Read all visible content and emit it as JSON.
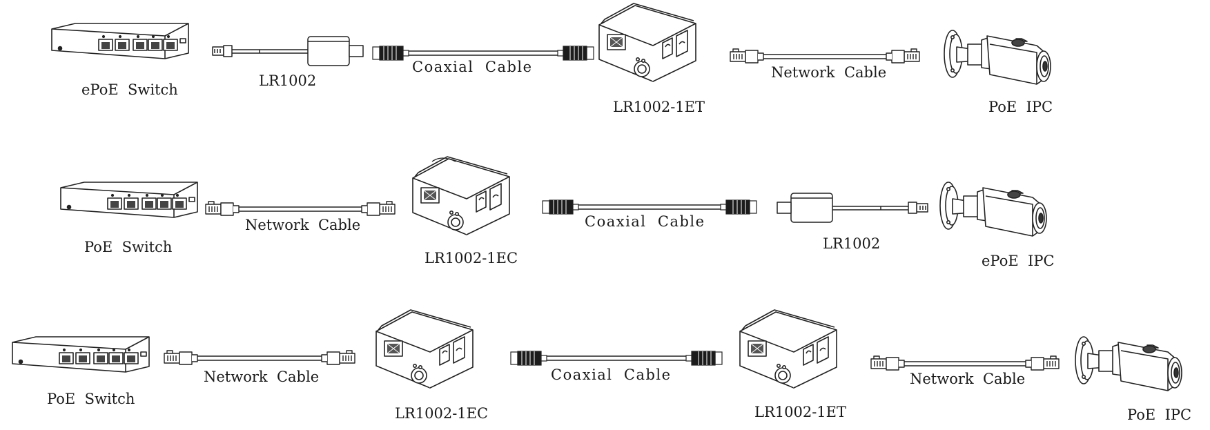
{
  "rows": [
    {
      "switch_label": "ePoE  Switch",
      "extender_near_label": "LR1002",
      "coax_label": "Coaxial  Cable",
      "extender_far_label": "LR1002-1ET",
      "network_label": "Network  Cable",
      "camera_label": "PoE  IPC"
    },
    {
      "switch_label": "PoE  Switch",
      "network_label": "Network  Cable",
      "extender_near_label": "LR1002-1EC",
      "coax_label": "Coaxial  Cable",
      "extender_far_label": "LR1002",
      "camera_label": "ePoE  IPC"
    },
    {
      "switch_label": "PoE  Switch",
      "network_label_1": "Network  Cable",
      "extender_near_label": "LR1002-1EC",
      "coax_label": "Coaxial  Cable",
      "extender_far_label": "LR1002-1ET",
      "network_label_2": "Network  Cable",
      "camera_label": "PoE  IPC"
    }
  ]
}
